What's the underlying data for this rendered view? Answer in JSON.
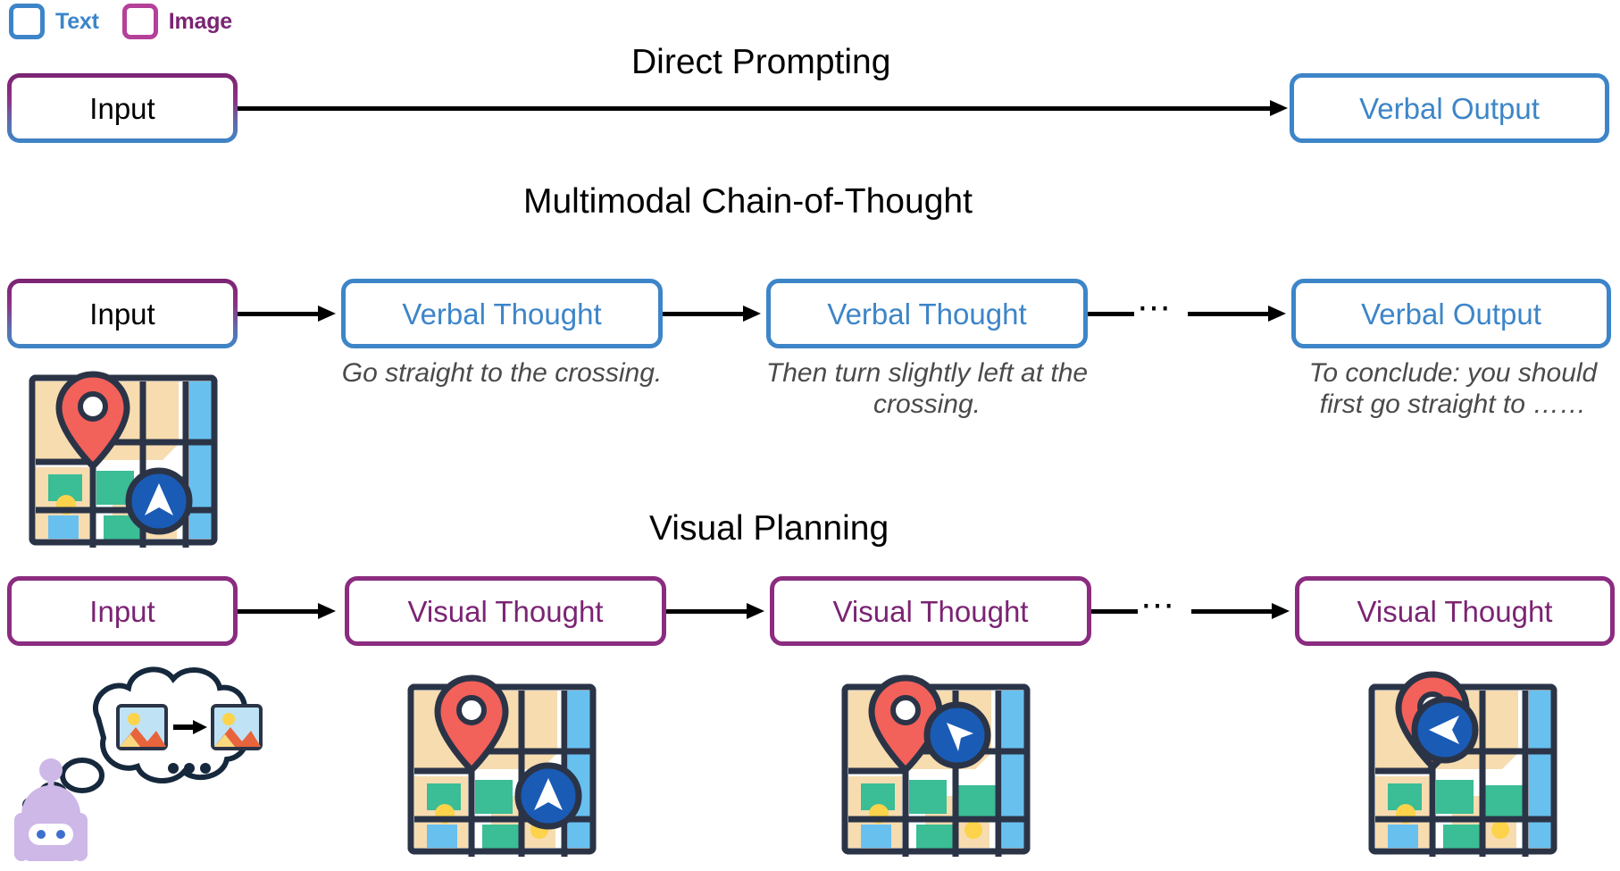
{
  "legend": {
    "items": [
      {
        "name": "text",
        "label": "Text",
        "color": "#3d85c8"
      },
      {
        "name": "image",
        "label": "Image",
        "color": "#7b2473"
      }
    ]
  },
  "colors": {
    "text_blue": "#3d85c8",
    "image_purple": "#7b2473",
    "caption_gray": "#4a4a4a",
    "arrow_black": "#000000",
    "map_beige": "#f7dcb0",
    "map_blue": "#68c0ef",
    "map_teal": "#3bbd96",
    "map_outline": "#2b3447",
    "map_pin_red": "#f2615a",
    "map_nav_blue": "#1a5bb5",
    "map_yellow": "#fcd34b",
    "robot_purple": "#cdb8e8"
  },
  "sections": {
    "direct": {
      "title": "Direct Prompting",
      "input_label": "Input",
      "output_label": "Verbal Output"
    },
    "cot": {
      "title": "Multimodal Chain-of-Thought",
      "input_label": "Input",
      "nodes": [
        {
          "label": "Verbal Thought",
          "caption": "Go straight to the crossing."
        },
        {
          "label": "Verbal Thought",
          "caption": "Then turn slightly left at the crossing."
        },
        {
          "label": "Verbal Output",
          "caption": "To conclude: you should first go straight to ……"
        }
      ],
      "ellipsis": "⋯"
    },
    "visual_planning": {
      "title": "Visual Planning",
      "input_label": "Input",
      "nodes": [
        {
          "label": "Visual Thought"
        },
        {
          "label": "Visual Thought"
        },
        {
          "label": "Visual Thought"
        }
      ],
      "ellipsis": "⋯",
      "bubble_ellipsis": "•••"
    }
  },
  "icons": {
    "map": "map-illustration-icon",
    "robot": "robot-icon",
    "thought_bubble": "thought-bubble-icon",
    "picture": "picture-icon",
    "pin": "map-pin-icon",
    "navigation": "navigation-arrow-icon"
  }
}
